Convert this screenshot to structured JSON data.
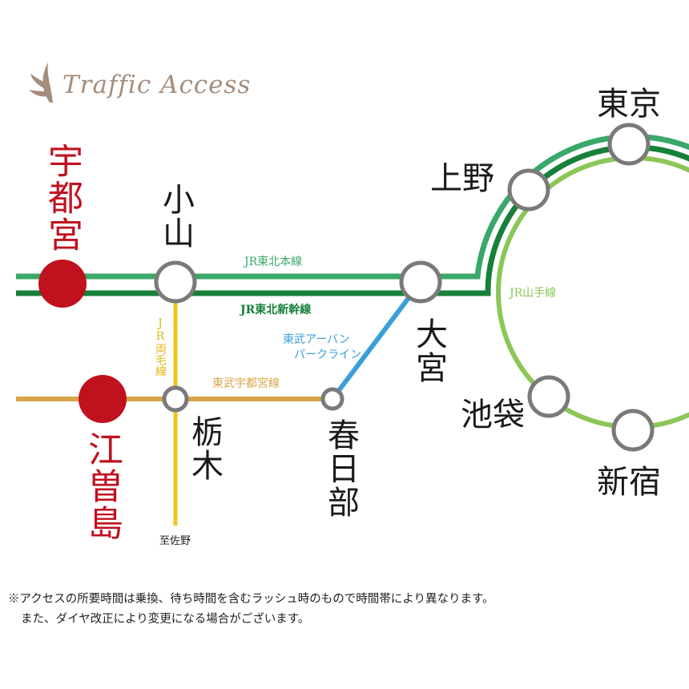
{
  "header": {
    "title": "Traffic Access",
    "logo_icon": "leaf-flourish-icon"
  },
  "lines": {
    "tohoku_main": {
      "label": "JR東北本線",
      "color": "#3aa86a"
    },
    "tohoku_shinkansen": {
      "label": "JR東北新幹線",
      "color": "#17803a"
    },
    "ryomo": {
      "label": "JR両毛線",
      "color": "#efc51c"
    },
    "tobu_utsunomiya": {
      "label": "東武宇都宮線",
      "color": "#d5a548"
    },
    "tobu_urban_park": {
      "label_1": "東武アーバン",
      "label_2": "パークライン",
      "color": "#3a9fd8"
    },
    "yamanote": {
      "label": "JR山手線",
      "color": "#8cc659"
    }
  },
  "stations": {
    "utsunomiya": "宇都宮",
    "oyama": "小山",
    "omiya": "大宮",
    "ueno": "上野",
    "tokyo": "東京",
    "ikebukuro": "池袋",
    "shinjuku": "新宿",
    "tochigi": "栃木",
    "kasukabe": "春日部",
    "esojima": "江曽島",
    "to_sano": "至佐野"
  },
  "colors": {
    "highlight_station": "#c0111f",
    "station_ring": "#7a7a7a"
  },
  "notes": {
    "line1": "※アクセスの所要時間は乗換、待ち時間を含むラッシュ時のもので時間帯により異なります。",
    "line2": "また、ダイヤ改正により変更になる場合がございます。"
  }
}
